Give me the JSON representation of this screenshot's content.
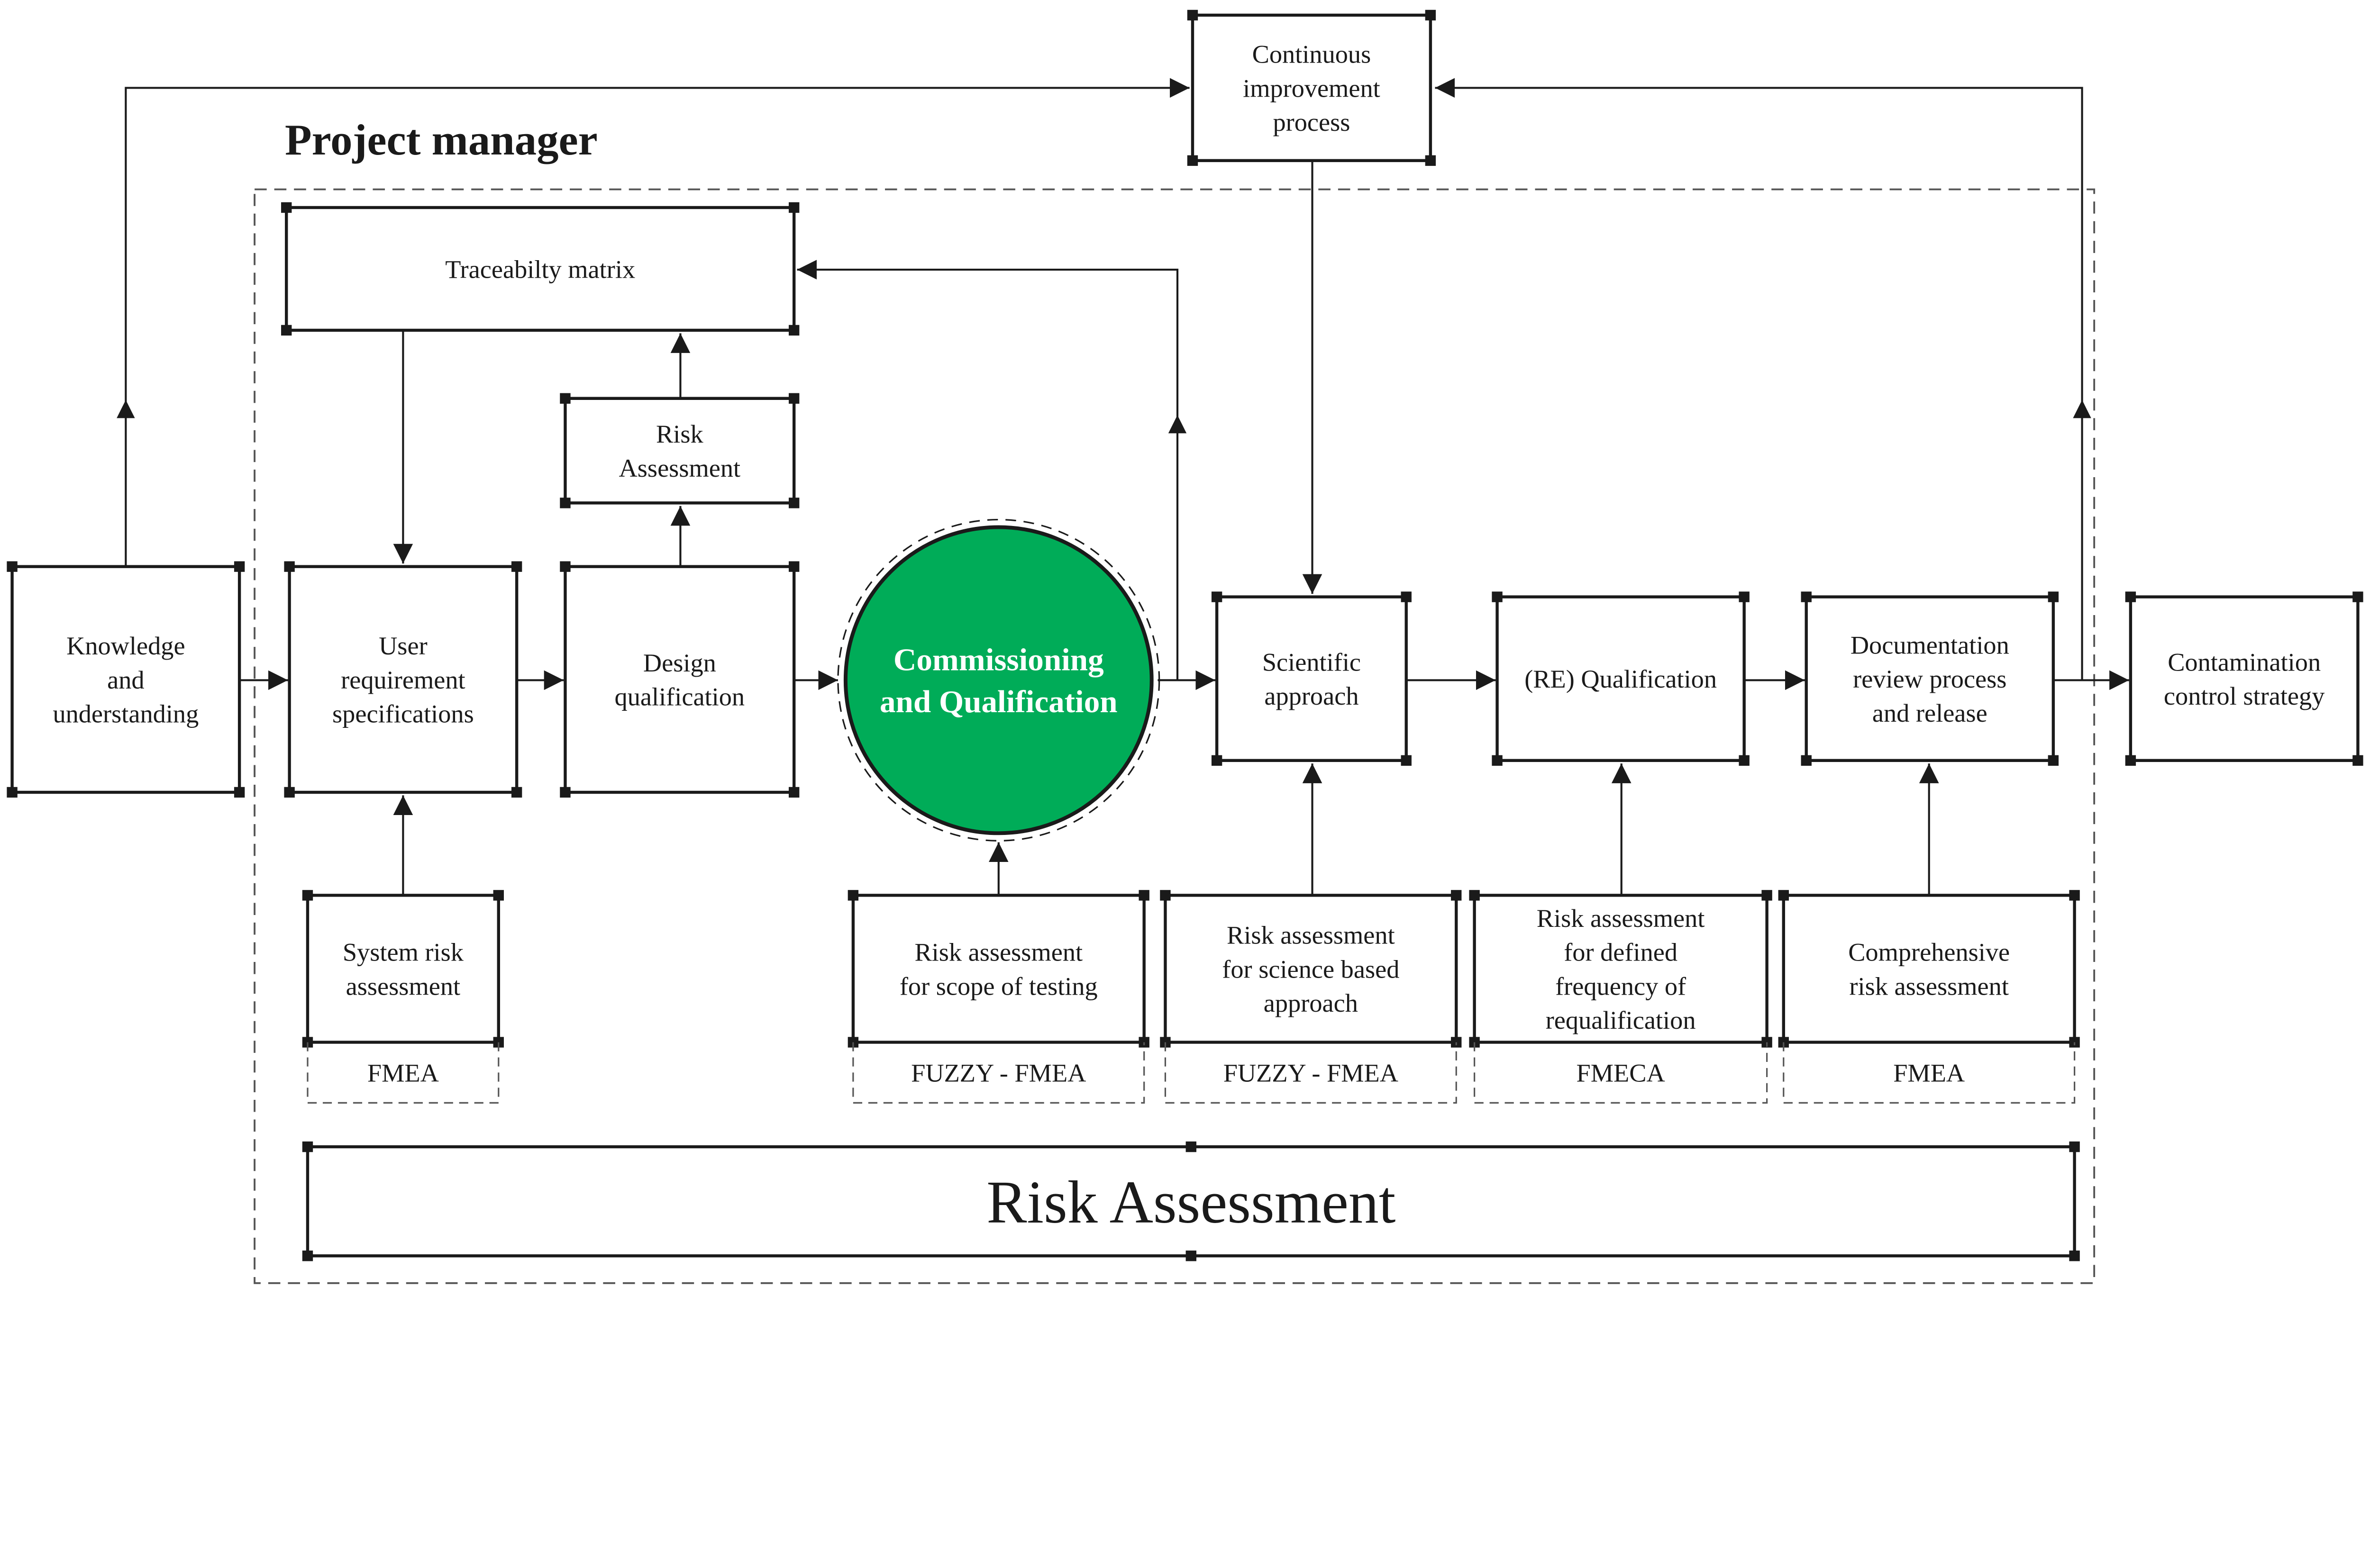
{
  "title": "Project manager",
  "colors": {
    "accent_green": "#00ac58",
    "line": "#1a1a1a",
    "dashed": "#555555"
  },
  "nodes": {
    "continuous": {
      "lines": [
        "Continuous",
        "improvement",
        "process"
      ]
    },
    "traceability": {
      "lines": [
        "Traceabilty matrix"
      ]
    },
    "risk_small": {
      "lines": [
        "Risk",
        "Assessment"
      ]
    },
    "knowledge": {
      "lines": [
        "Knowledge",
        "and",
        "understanding"
      ]
    },
    "urs": {
      "lines": [
        "User",
        "requirement",
        "specifications"
      ]
    },
    "design": {
      "lines": [
        "Design",
        "qualification"
      ]
    },
    "cq": {
      "lines": [
        "Commissioning",
        "and Qualification"
      ]
    },
    "scientific": {
      "lines": [
        "Scientific",
        "approach"
      ]
    },
    "requal": {
      "lines": [
        "(RE) Qualification"
      ]
    },
    "documentation": {
      "lines": [
        "Documentation",
        "review process",
        "and release"
      ]
    },
    "contamination": {
      "lines": [
        "Contamination",
        "control strategy"
      ]
    },
    "system_risk": {
      "lines": [
        "System risk",
        "assessment"
      ],
      "method": "FMEA"
    },
    "scope_risk": {
      "lines": [
        "Risk assessment",
        "for scope of testing"
      ],
      "method": "FUZZY - FMEA"
    },
    "science_risk": {
      "lines": [
        "Risk assessment",
        "for science based",
        "approach"
      ],
      "method": "FUZZY - FMEA"
    },
    "freq_risk": {
      "lines": [
        "Risk assessment",
        "for defined",
        "frequency of",
        "requalification"
      ],
      "method": "FMECA"
    },
    "comprehensive": {
      "lines": [
        "Comprehensive",
        "risk assessment"
      ],
      "method": "FMEA"
    },
    "risk_bottom": {
      "lines": [
        "Risk Assessment"
      ]
    }
  }
}
